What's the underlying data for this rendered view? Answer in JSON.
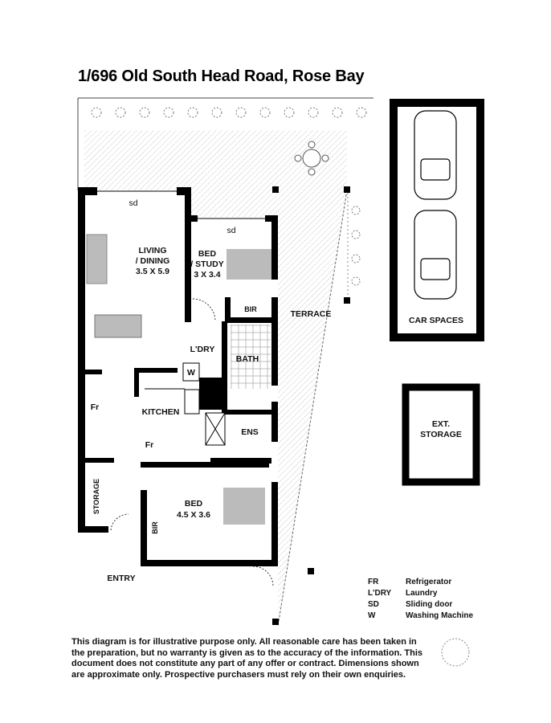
{
  "title": "1/696 Old South Head Road, Rose Bay",
  "rooms": {
    "sd_living": "sd",
    "sd_study": "sd",
    "living_1": "LIVING",
    "living_2": "/ DINING",
    "living_dim": "3.5 X 5.9",
    "study_1": "BED",
    "study_2": "/ STUDY",
    "study_dim": "3 X 3.4",
    "bir_1": "BIR",
    "terrace": "TERRACE",
    "laundry": "L'DRY",
    "bath": "BATH",
    "washer": "W",
    "fridge_1": "Fr",
    "kitchen": "KITCHEN",
    "ensuite": "ENS",
    "fridge_2": "Fr",
    "storage": "STORAGE",
    "bed_1": "BED",
    "bed_dim": "4.5 X 3.6",
    "bir_2": "BIR",
    "entry": "ENTRY",
    "car_spaces": "CAR SPACES",
    "ext_storage_1": "EXT.",
    "ext_storage_2": "STORAGE"
  },
  "legend": [
    {
      "key": "FR",
      "value": "Refrigerator"
    },
    {
      "key": "L'DRY",
      "value": "Laundry"
    },
    {
      "key": "SD",
      "value": "Sliding door"
    },
    {
      "key": "W",
      "value": "Washing Machine"
    }
  ],
  "disclaimer": "This diagram is for illustrative purpose only. All reasonable care has been taken in the preparation, but no warranty is given as to the accuracy of the information. This document does not constitute any part of any offer or contract. Dimensions shown are approximate only. Prospective purchasers must rely on their own enquiries."
}
